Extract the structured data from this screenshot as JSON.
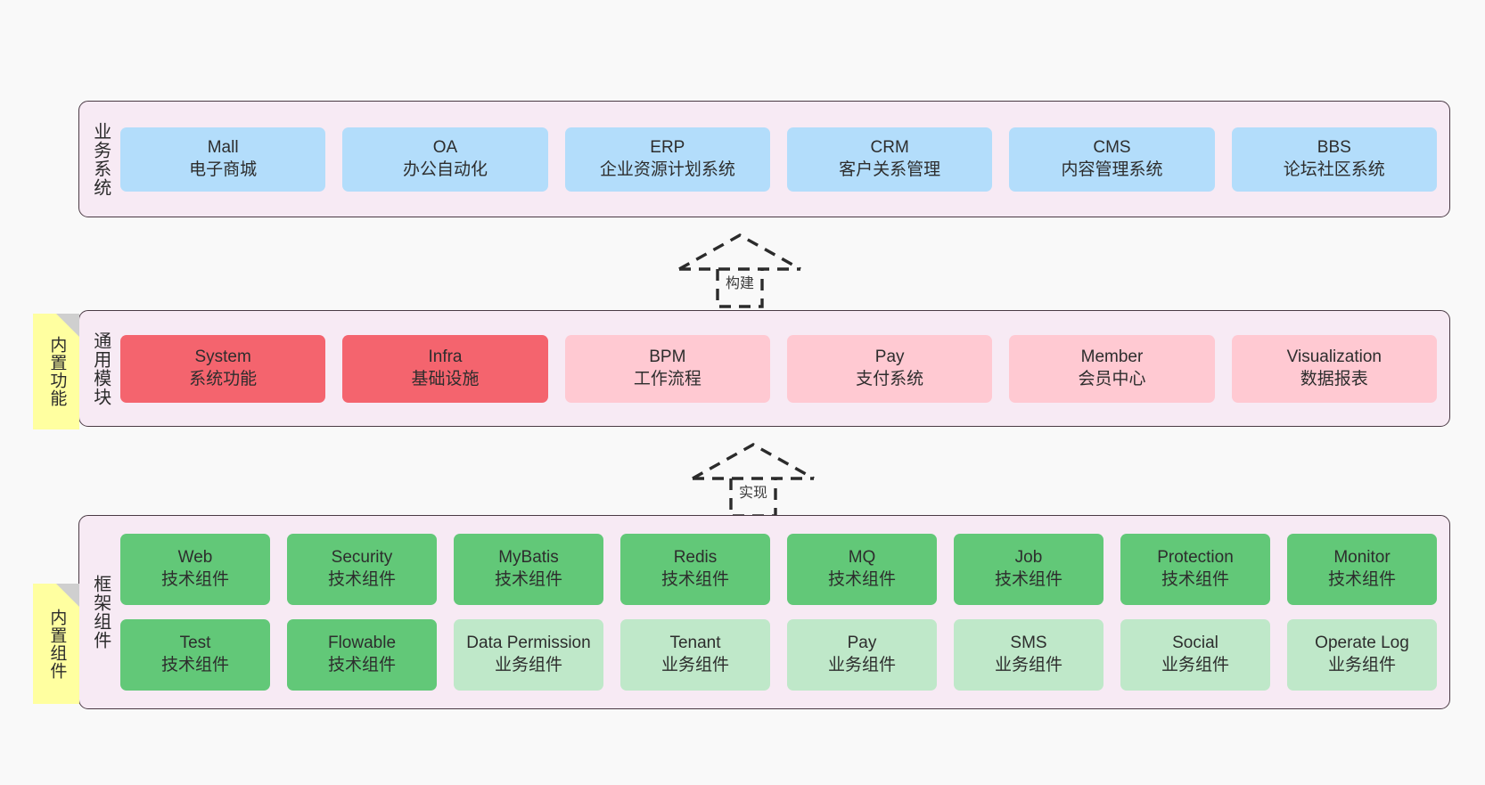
{
  "layers": [
    {
      "id": "business-systems",
      "title": "业务系统",
      "rows": [
        {
          "cards": [
            {
              "en": "Mall",
              "cn": "电子商城",
              "color": "#b3ddfb",
              "style": "c-blue"
            },
            {
              "en": "OA",
              "cn": "办公自动化",
              "color": "#b3ddfb",
              "style": "c-blue"
            },
            {
              "en": "ERP",
              "cn": "企业资源计划系统",
              "color": "#b3ddfb",
              "style": "c-blue"
            },
            {
              "en": "CRM",
              "cn": "客户关系管理",
              "color": "#b3ddfb",
              "style": "c-blue"
            },
            {
              "en": "CMS",
              "cn": "内容管理系统",
              "color": "#b3ddfb",
              "style": "c-blue"
            },
            {
              "en": "BBS",
              "cn": "论坛社区系统",
              "color": "#b3ddfb",
              "style": "c-blue"
            }
          ]
        }
      ]
    },
    {
      "id": "common-modules",
      "title": "通用模块",
      "sticky": "内置功能",
      "rows": [
        {
          "cards": [
            {
              "en": "System",
              "cn": "系统功能",
              "color": "#f4646e",
              "style": "c-red"
            },
            {
              "en": "Infra",
              "cn": "基础设施",
              "color": "#f4646e",
              "style": "c-red"
            },
            {
              "en": "BPM",
              "cn": "工作流程",
              "color": "#ffc9d2",
              "style": "c-pink"
            },
            {
              "en": "Pay",
              "cn": "支付系统",
              "color": "#ffc9d2",
              "style": "c-pink"
            },
            {
              "en": "Member",
              "cn": "会员中心",
              "color": "#ffc9d2",
              "style": "c-pink"
            },
            {
              "en": "Visualization",
              "cn": "数据报表",
              "color": "#ffc9d2",
              "style": "c-pink"
            }
          ]
        }
      ]
    },
    {
      "id": "framework-components",
      "title": "框架组件",
      "sticky": "内置组件",
      "rows": [
        {
          "cards": [
            {
              "en": "Web",
              "cn": "技术组件",
              "color": "#62c878",
              "style": "c-green"
            },
            {
              "en": "Security",
              "cn": "技术组件",
              "color": "#62c878",
              "style": "c-green"
            },
            {
              "en": "MyBatis",
              "cn": "技术组件",
              "color": "#62c878",
              "style": "c-green"
            },
            {
              "en": "Redis",
              "cn": "技术组件",
              "color": "#62c878",
              "style": "c-green"
            },
            {
              "en": "MQ",
              "cn": "技术组件",
              "color": "#62c878",
              "style": "c-green"
            },
            {
              "en": "Job",
              "cn": "技术组件",
              "color": "#62c878",
              "style": "c-green"
            },
            {
              "en": "Protection",
              "cn": "技术组件",
              "color": "#62c878",
              "style": "c-green"
            },
            {
              "en": "Monitor",
              "cn": "技术组件",
              "color": "#62c878",
              "style": "c-green"
            }
          ]
        },
        {
          "cards": [
            {
              "en": "Test",
              "cn": "技术组件",
              "color": "#62c878",
              "style": "c-green"
            },
            {
              "en": "Flowable",
              "cn": "技术组件",
              "color": "#62c878",
              "style": "c-green"
            },
            {
              "en": "Data Permission",
              "cn": "业务组件",
              "color": "#bfe8c9",
              "style": "c-lightgreen"
            },
            {
              "en": "Tenant",
              "cn": "业务组件",
              "color": "#bfe8c9",
              "style": "c-lightgreen"
            },
            {
              "en": "Pay",
              "cn": "业务组件",
              "color": "#bfe8c9",
              "style": "c-lightgreen"
            },
            {
              "en": "SMS",
              "cn": "业务组件",
              "color": "#bfe8c9",
              "style": "c-lightgreen"
            },
            {
              "en": "Social",
              "cn": "业务组件",
              "color": "#bfe8c9",
              "style": "c-lightgreen"
            },
            {
              "en": "Operate Log",
              "cn": "业务组件",
              "color": "#bfe8c9",
              "style": "c-lightgreen"
            }
          ]
        }
      ]
    }
  ],
  "arrows": [
    {
      "id": "build",
      "label": "构建"
    },
    {
      "id": "implement",
      "label": "实现"
    }
  ],
  "colors": {
    "background": "#f9f9f9",
    "layer_fill": "#f7eaf4",
    "layer_border": "#4a3a44",
    "sticky_fill": "#ffffa0",
    "sticky_fold": "#cfcfcf",
    "arrow_stroke": "#2b2b2b"
  }
}
